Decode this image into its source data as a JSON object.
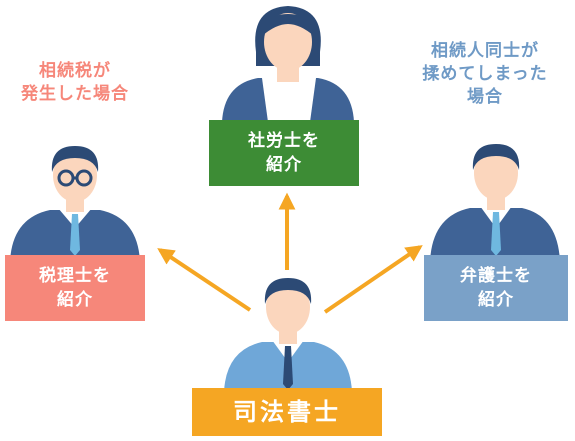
{
  "colors": {
    "suit": "#3f6396",
    "suit_dark": "#2f4f7e",
    "skin": "#fbd6bd",
    "hair": "#2c4a75",
    "arrow": "#f5a623",
    "tax_box": "#f6877a",
    "labor_box": "#3d8c35",
    "lawyer_box": "#7aa1c8",
    "scrivener_box": "#f5a623",
    "caption_red": "#f6877a",
    "caption_blue": "#6f9ac6"
  },
  "captions": {
    "tax_case": [
      "相続税が",
      "発生した場合"
    ],
    "dispute_case": [
      "相続人同士が",
      "揉めてしまった",
      "場合"
    ]
  },
  "boxes": {
    "tax": [
      "税理士を",
      "紹介"
    ],
    "labor": [
      "社労士を",
      "紹介"
    ],
    "lawyer": [
      "弁護士を",
      "紹介"
    ],
    "scrivener": "司法書士"
  },
  "people": {
    "tax_accountant": "glasses-man",
    "labor_consultant": "woman",
    "lawyer": "man",
    "scrivener": "man"
  }
}
